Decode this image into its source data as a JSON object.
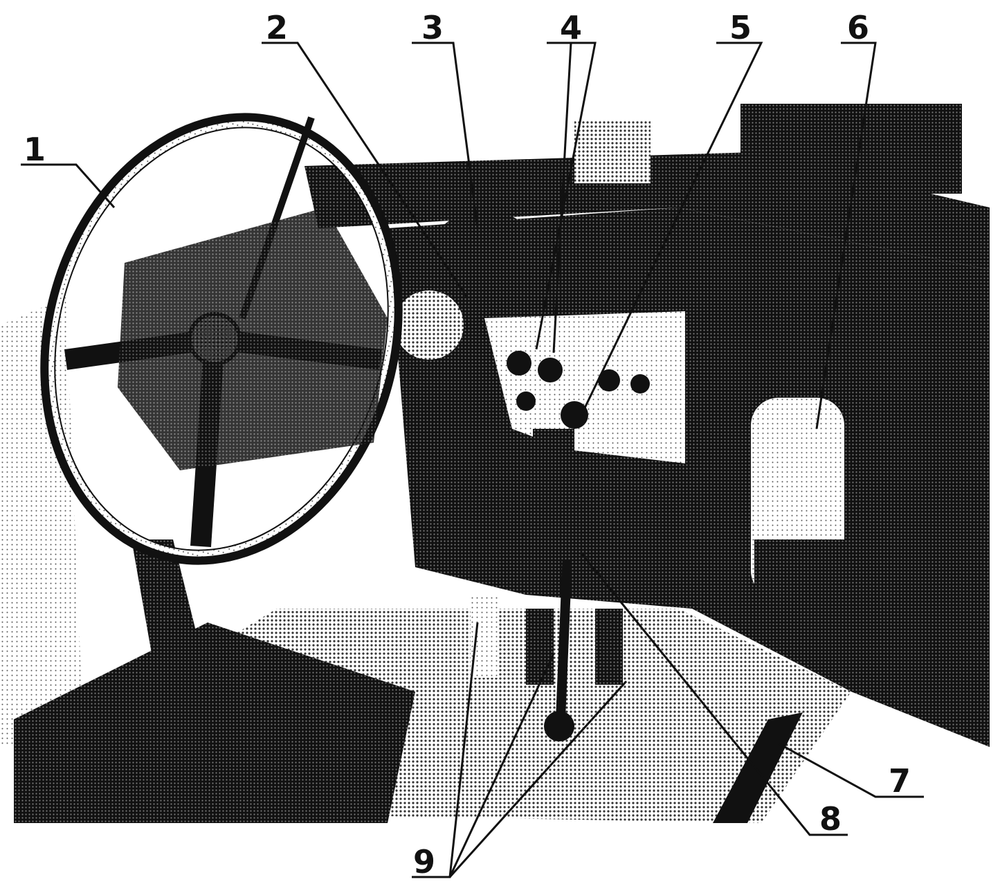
{
  "figure": {
    "description_labels": [
      {
        "id": "1",
        "text": "1"
      },
      {
        "id": "2",
        "text": "2"
      },
      {
        "id": "3",
        "text": "3"
      },
      {
        "id": "4",
        "text": "4"
      },
      {
        "id": "5",
        "text": "5"
      },
      {
        "id": "6",
        "text": "6"
      },
      {
        "id": "7",
        "text": "7"
      },
      {
        "id": "8",
        "text": "8"
      },
      {
        "id": "9",
        "text": "9"
      }
    ],
    "colors": {
      "ink": "#111111",
      "paper": "#ffffff",
      "mid": "#6a6a6a",
      "dark": "#2a2a2a"
    }
  }
}
